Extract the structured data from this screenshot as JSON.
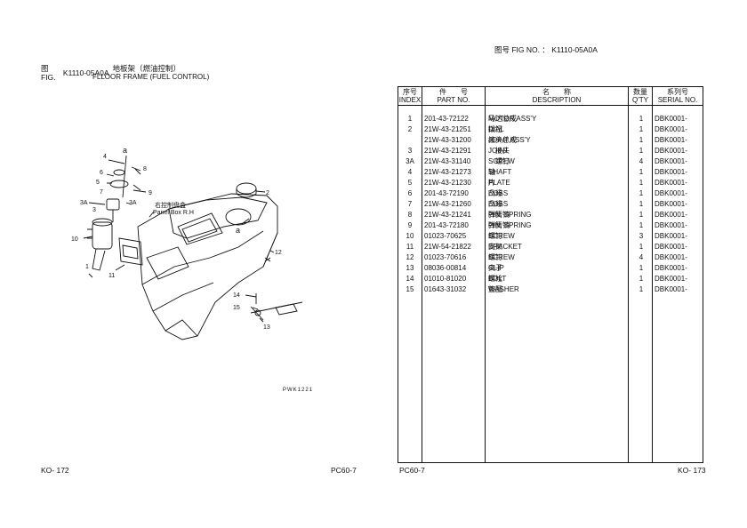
{
  "header": {
    "fig_no_label": "图号 FIG NO.",
    "fig_no_value": "K1110-05A0A"
  },
  "figure": {
    "cn_prefix": "图",
    "en_prefix": "FIG.",
    "code": "K1110-05A0A",
    "title_cn": "地板架（燃油控制）",
    "title_en": "FLLOOR FRAME (FUEL CONTROL)",
    "panel_label_cn": "右控制盘盒",
    "panel_label_en": "Panel Box R.H",
    "drawing_code": "PWK1221",
    "callouts": [
      "4",
      "a",
      "8",
      "6",
      "5",
      "9",
      "7",
      "3A",
      "3",
      "3A",
      "10",
      "1",
      "11",
      "2",
      "a",
      "12",
      "14",
      "15",
      "13"
    ]
  },
  "table": {
    "headers": {
      "index_cn": "序号",
      "index_en": "INDEX",
      "part_cn": "件　　号",
      "part_en": "PART NO.",
      "desc_cn": "名　　称",
      "desc_en": "DESCRIPTION",
      "qty_cn": "数量",
      "qty_en": "Q'TY",
      "serial_cn": "系列号",
      "serial_en": "SERIAL NO."
    },
    "rows": [
      {
        "index": "1",
        "part_no": "201-43-72122",
        "desc_cn": "马达总成",
        "desc_en": "MOTOR ASS'Y",
        "qty": "1",
        "serial": "DBK0001-"
      },
      {
        "index": "2",
        "part_no": "21W-43-21251",
        "desc_cn": "拨钮",
        "desc_en": "DIAL",
        "qty": "1",
        "serial": "DBK0001-"
      },
      {
        "index": "",
        "part_no": "21W-43-31200",
        "desc_cn": "接头总成",
        "desc_en": "JOINT ASS'Y",
        "qty": "1",
        "serial": "DBK0001-"
      },
      {
        "index": "3",
        "part_no": "21W-43-21291",
        "desc_cn": "　接头",
        "desc_en": "JOINT",
        "qty": "1",
        "serial": "DBK0001-"
      },
      {
        "index": "3A",
        "part_no": "21W-43-31140",
        "desc_cn": "　螺钉",
        "desc_en": "SCREW",
        "qty": "4",
        "serial": "DBK0001-"
      },
      {
        "index": "4",
        "part_no": "21W-43-21273",
        "desc_cn": "轴",
        "desc_en": "SHAFT",
        "qty": "1",
        "serial": "DBK0001-"
      },
      {
        "index": "5",
        "part_no": "21W-43-21230",
        "desc_cn": "片",
        "desc_en": "PLATE",
        "qty": "1",
        "serial": "DBK0001-"
      },
      {
        "index": "6",
        "part_no": "201-43-72190",
        "desc_cn": "凸缘",
        "desc_en": "BOSS",
        "qty": "1",
        "serial": "DBK0001-"
      },
      {
        "index": "7",
        "part_no": "21W-43-21260",
        "desc_cn": "凸缘",
        "desc_en": "BOSS",
        "qty": "1",
        "serial": "DBK0001-"
      },
      {
        "index": "8",
        "part_no": "21W-43-21241",
        "desc_cn": "弹簧销",
        "desc_en": "PIN, SPRING",
        "qty": "1",
        "serial": "DBK0001-"
      },
      {
        "index": "9",
        "part_no": "201-43-72180",
        "desc_cn": "弹簧销",
        "desc_en": "PIN, SPRING",
        "qty": "1",
        "serial": "DBK0001-"
      },
      {
        "index": "10",
        "part_no": "01023-70625",
        "desc_cn": "螺钉",
        "desc_en": "SCREW",
        "qty": "3",
        "serial": "DBK0001-"
      },
      {
        "index": "11",
        "part_no": "21W-54-21822",
        "desc_cn": "支架",
        "desc_en": "BRACKET",
        "qty": "1",
        "serial": "DBK0001-"
      },
      {
        "index": "12",
        "part_no": "01023-70616",
        "desc_cn": "螺钉",
        "desc_en": "SCREW",
        "qty": "4",
        "serial": "DBK0001-"
      },
      {
        "index": "13",
        "part_no": "08036-00814",
        "desc_cn": "夹子",
        "desc_en": "CLIP",
        "qty": "1",
        "serial": "DBK0001-"
      },
      {
        "index": "14",
        "part_no": "01010-81020",
        "desc_cn": "螺栓",
        "desc_en": "BOLT",
        "qty": "1",
        "serial": "DBK0001-"
      },
      {
        "index": "15",
        "part_no": "01643-31032",
        "desc_cn": "垫圈",
        "desc_en": "WASHER",
        "qty": "1",
        "serial": "DBK0001-"
      }
    ]
  },
  "footer": {
    "left_page": "KO- 172",
    "left_model": "PC60-7",
    "right_model": "PC60-7",
    "right_page": "KO- 173"
  }
}
